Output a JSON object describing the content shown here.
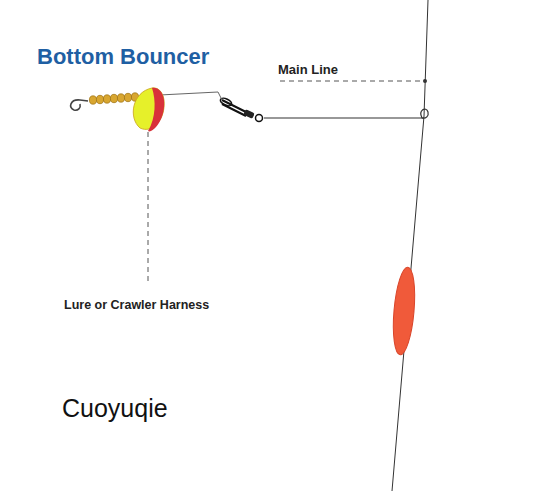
{
  "diagram": {
    "title": "Bottom Bouncer",
    "labels": [
      "Main Line",
      "Lure or Crawler Harness",
      "Cuoyuqie"
    ]
  }
}
